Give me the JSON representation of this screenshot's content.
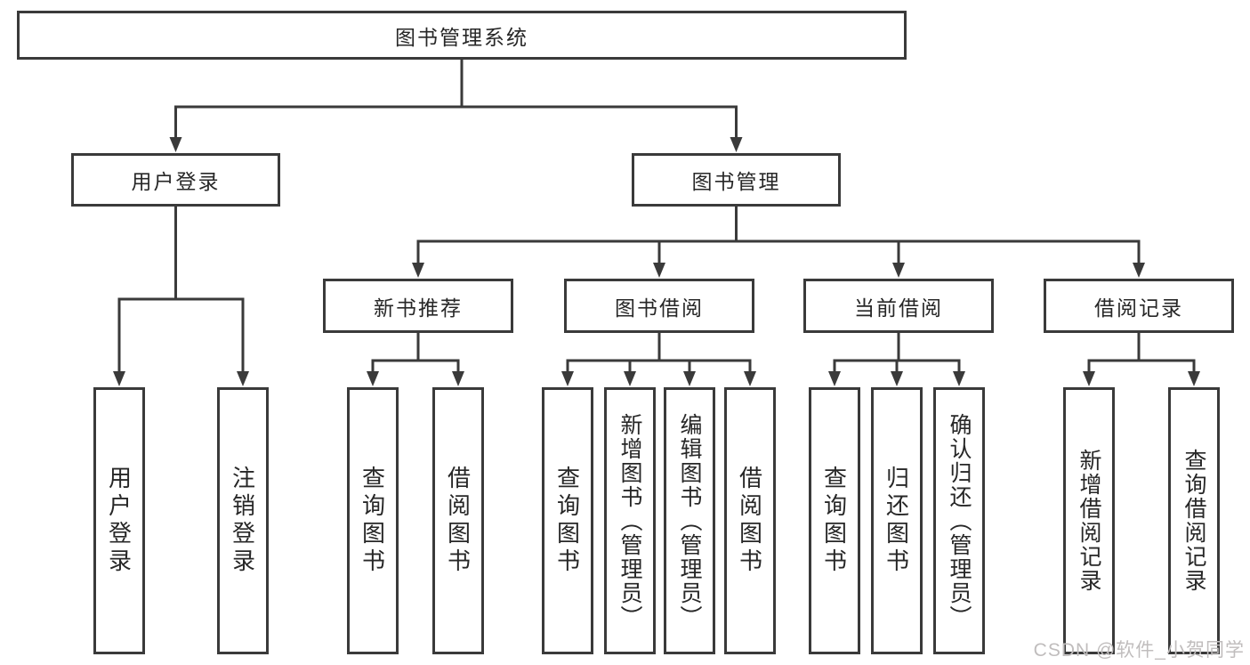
{
  "diagram": {
    "root": {
      "label": "图书管理系统",
      "children": [
        {
          "label": "用户登录",
          "children": [
            {
              "label": "用户登录"
            },
            {
              "label": "注销登录"
            }
          ]
        },
        {
          "label": "图书管理",
          "children": [
            {
              "label": "新书推荐",
              "children": [
                {
                  "label": "查询图书"
                },
                {
                  "label": "借阅图书"
                }
              ]
            },
            {
              "label": "图书借阅",
              "children": [
                {
                  "label": "查询图书"
                },
                {
                  "label": "新增图书（管理员）"
                },
                {
                  "label": "编辑图书（管理员）"
                },
                {
                  "label": "借阅图书"
                }
              ]
            },
            {
              "label": "当前借阅",
              "children": [
                {
                  "label": "查询图书"
                },
                {
                  "label": "归还图书"
                },
                {
                  "label": "确认归还（管理员）"
                }
              ]
            },
            {
              "label": "借阅记录",
              "children": [
                {
                  "label": "新增借阅记录"
                },
                {
                  "label": "查询借阅记录"
                }
              ]
            }
          ]
        }
      ]
    },
    "watermark": "CSDN @软件_小贺同学",
    "colors": {
      "line": "#3a3a3a",
      "text": "#272727",
      "watermark": "#c0bdbd",
      "background": "#ffffff"
    }
  }
}
